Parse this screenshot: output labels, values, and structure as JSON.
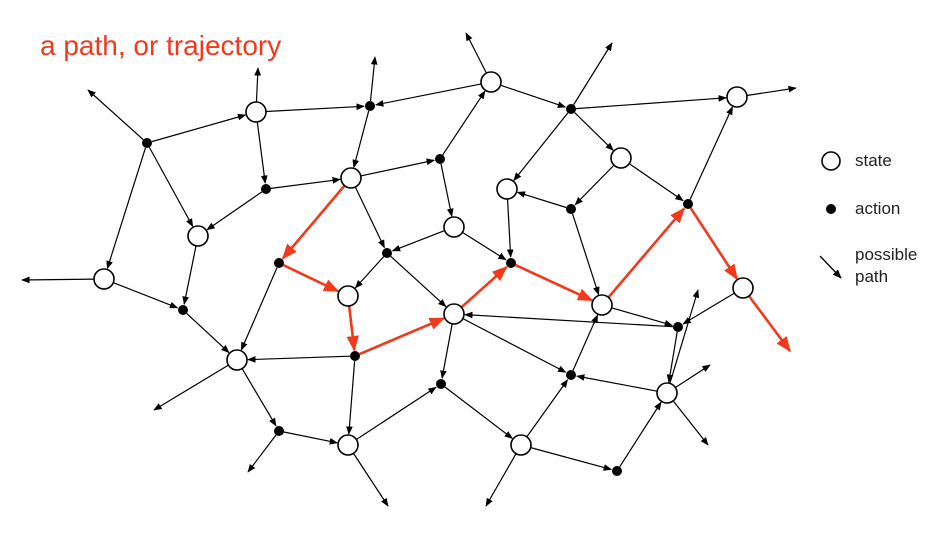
{
  "title": "a path, or trajectory",
  "colors": {
    "path": "#f03a1c",
    "edge": "#000000",
    "state_fill": "#ffffff",
    "action_fill": "#000000"
  },
  "legend": {
    "state_label": "state",
    "action_label": "action",
    "path_label_line1": "possible",
    "path_label_line2": "path"
  },
  "graph": {
    "node_types": [
      "state",
      "action"
    ],
    "edge_kinds": [
      "possible",
      "trajectory"
    ],
    "trajectory_step_count": 10,
    "dangling_edge_count": 16
  }
}
